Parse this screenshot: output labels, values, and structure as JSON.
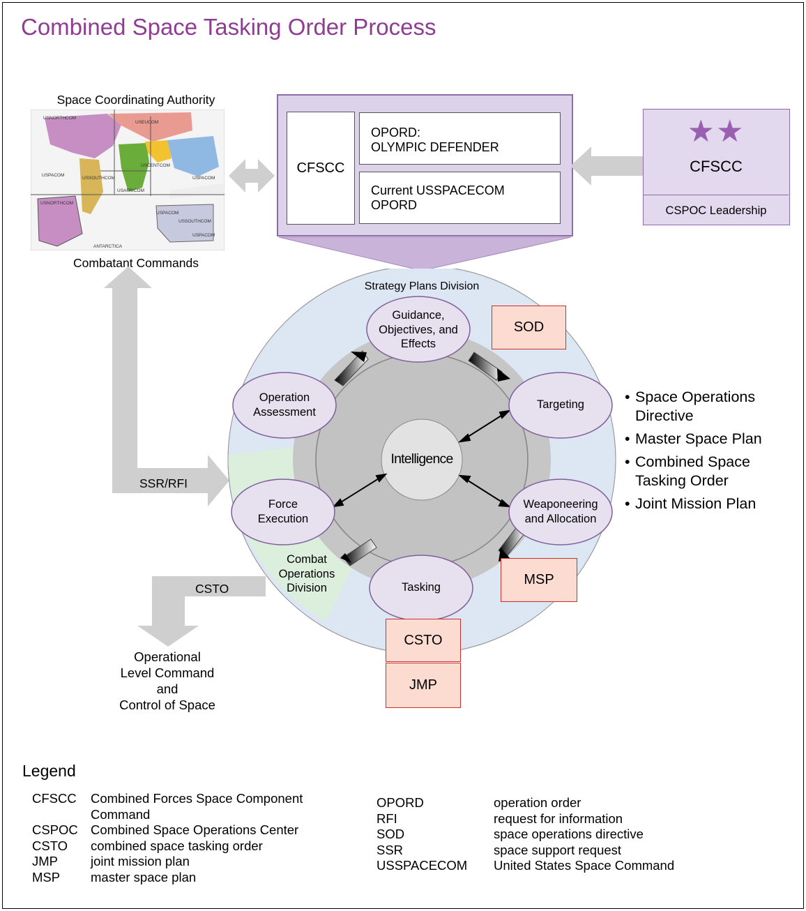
{
  "title": "Combined Space Tasking Order Process",
  "sca": {
    "heading": "Space Coordinating Authority",
    "caption": "Combatant Commands",
    "map_labels": [
      "USNORTHCOM",
      "USEUCOM",
      "USCENTCOM",
      "USPACOM",
      "USPACOM",
      "USSOUTHCOM",
      "USAFRICOM",
      "USNORTHCOM",
      "USPACOM",
      "USSOUTHCOM",
      "USPACOM",
      "ANTARCTICA"
    ]
  },
  "cfscc_box": {
    "label": "CFSCC",
    "opord1_line1": "OPORD:",
    "opord1_line2": "OLYMPIC DEFENDER",
    "opord2_line1": "Current USSPACECOM",
    "opord2_line2": "OPORD"
  },
  "leader": {
    "stars": "★★",
    "label": "CFSCC",
    "sub": "CSPOC Leadership"
  },
  "cycle": {
    "strategy_division": "Strategy Plans Division",
    "combat_division": [
      "Combat",
      "Operations",
      "Division"
    ],
    "center": "Intelligence",
    "nodes": {
      "guidance": [
        "Guidance,",
        "Objectives, and",
        "Effects"
      ],
      "targeting": [
        "Targeting"
      ],
      "weaponeering": [
        "Weaponeering",
        "and Allocation"
      ],
      "tasking": [
        "Tasking"
      ],
      "force": [
        "Force",
        "Execution"
      ],
      "assessment": [
        "Operation",
        "Assessment"
      ]
    }
  },
  "docs": {
    "sod": "SOD",
    "msp": "MSP",
    "csto": "CSTO",
    "jmp": "JMP"
  },
  "arrows": {
    "ssr_rfi": "SSR/RFI",
    "csto": "CSTO"
  },
  "output": [
    "Operational",
    "Level Command",
    "and",
    "Control of Space"
  ],
  "products": [
    [
      "Space Operations",
      "Directive"
    ],
    [
      "Master Space Plan"
    ],
    [
      "Combined Space",
      "Tasking Order"
    ],
    [
      "Joint Mission Plan"
    ]
  ],
  "legend": {
    "title": "Legend",
    "left": [
      {
        "abbr": "CFSCC",
        "def": [
          "Combined Forces Space Component",
          "Command"
        ]
      },
      {
        "abbr": "CSPOC",
        "def": [
          "Combined Space Operations Center"
        ]
      },
      {
        "abbr": "CSTO",
        "def": [
          "combined space tasking order"
        ]
      },
      {
        "abbr": "JMP",
        "def": [
          "joint mission plan"
        ]
      },
      {
        "abbr": "MSP",
        "def": [
          "master space plan"
        ]
      }
    ],
    "right": [
      {
        "abbr": "OPORD",
        "def": [
          "operation order"
        ]
      },
      {
        "abbr": "RFI",
        "def": [
          "request for information"
        ]
      },
      {
        "abbr": "SOD",
        "def": [
          "space operations directive"
        ]
      },
      {
        "abbr": "SSR",
        "def": [
          "space support request"
        ]
      },
      {
        "abbr": "USSPACECOM",
        "def": [
          "United States Space Command"
        ]
      }
    ]
  },
  "colors": {
    "title": "#8e3d93",
    "purple_fill": "#dcd2e9",
    "purple_border": "#8e6aa6",
    "node_fill": "#e6e0ef",
    "strategy_ring": "#dde6f3",
    "combat_ring": "#dcefdc",
    "doc_fill": "#fcdcd1",
    "arrow_gray": "#cccccc"
  }
}
